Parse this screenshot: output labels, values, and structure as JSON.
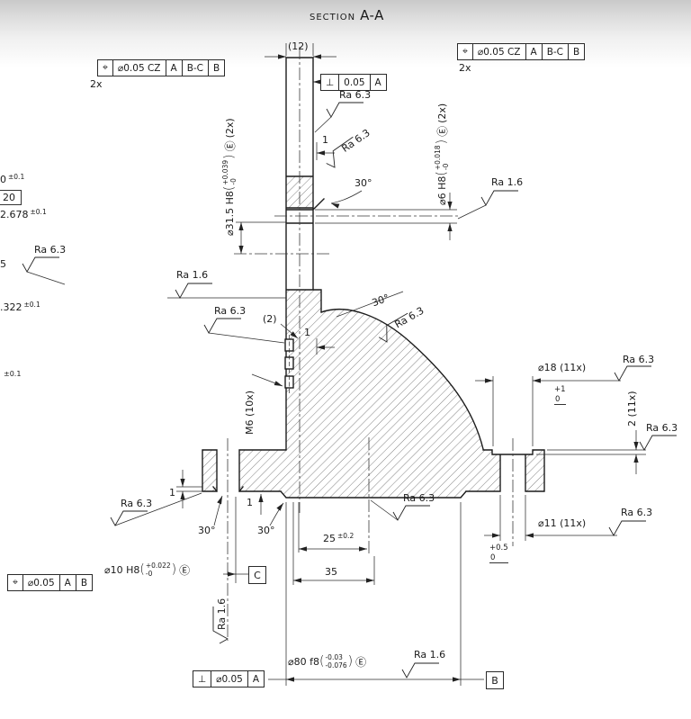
{
  "title": {
    "prefix": "SECTION",
    "name": "A-A"
  },
  "fmt": {
    "po": "(",
    "pc": ")"
  },
  "fcf": {
    "top_left": {
      "sym": "⌖",
      "tol": "⌀0.05 CZ",
      "d1": "A",
      "d2": "B-C",
      "d3": "B",
      "count": "2x"
    },
    "top_right": {
      "sym": "⌖",
      "tol": "⌀0.05 CZ",
      "d1": "A",
      "d2": "B-C",
      "d3": "B",
      "count": "2x"
    },
    "perp_top": {
      "sym": "⊥",
      "tol": "0.05",
      "d1": "A"
    },
    "pos_bottom": {
      "sym": "⌖",
      "tol": "⌀0.05",
      "d1": "A",
      "d2": "B"
    },
    "perp_bottom": {
      "sym": "⊥",
      "tol": "⌀0.05",
      "d1": "A"
    }
  },
  "datums": {
    "c": "C",
    "b": "B"
  },
  "dims": {
    "stem_width": "(12)",
    "bore31": {
      "pre": "⌀31.5 H8",
      "plus": "+0.039",
      "minus": "-0",
      "env": "Ⓔ",
      "count": "(2x)"
    },
    "bore6": {
      "pre": "⌀6 H8",
      "plus": "+0.018",
      "minus": "-0",
      "env": "Ⓔ",
      "count": "(2x)"
    },
    "bore10": {
      "pre": "⌀10 H8",
      "plus": "+0.022",
      "minus": "-0",
      "env": "Ⓔ"
    },
    "dia80": {
      "pre": "⌀80 f8",
      "plus": "-0.03",
      "minus": "-0.076",
      "env": "Ⓔ"
    },
    "cbore_dia": "⌀18  (11x)",
    "cbore_depth": "2  (11x)",
    "hole_dia": "⌀11  (11x)",
    "thread": "M6  (10x)",
    "d25": {
      "val": "25",
      "tol": "±0.2"
    },
    "d35": "35",
    "one": "1",
    "two": "(2)",
    "ang30": "30°",
    "lim1": {
      "plus": "+1",
      "base": "0"
    },
    "lim05": {
      "plus": "+0.5",
      "base": "0"
    }
  },
  "surface": {
    "ra63": "Ra 6.3",
    "ra16": "Ra 1.6"
  },
  "left_edge": {
    "t1": {
      "val": "0",
      "tol": "±0.1"
    },
    "t2": "20",
    "t3": {
      "val": "2.678",
      "tol": "±0.1"
    },
    "t4": "5",
    "t5": {
      "val": ".322",
      "tol": "±0.1"
    },
    "t6": "±0.1"
  }
}
